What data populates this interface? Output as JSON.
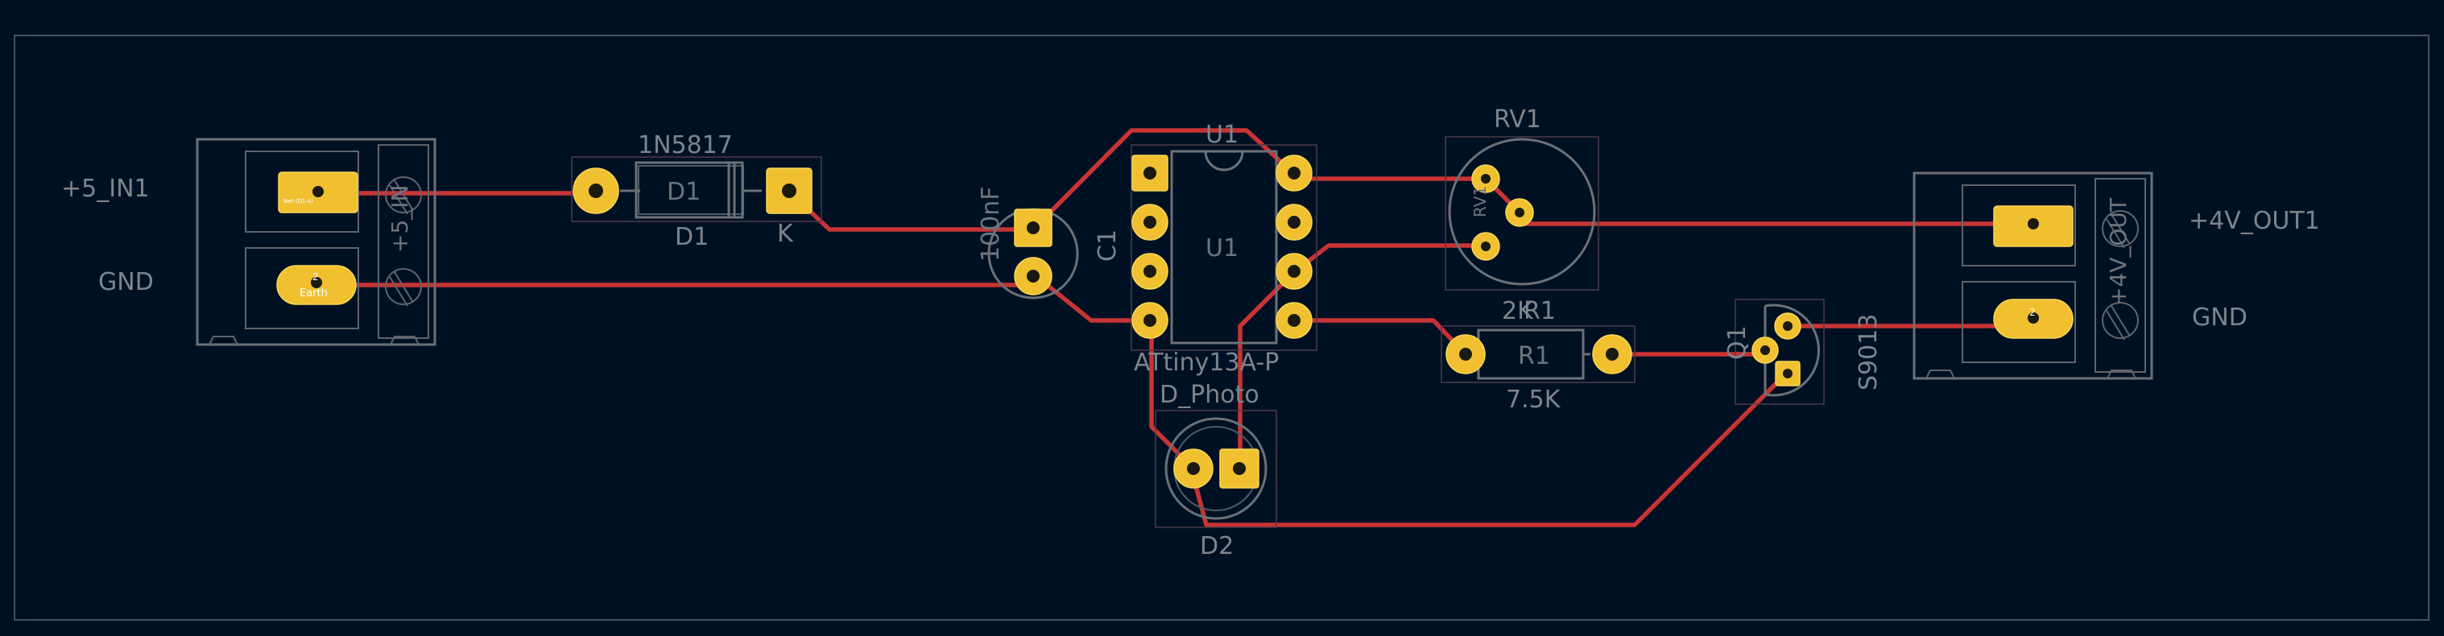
{
  "colors": {
    "background": "#001023",
    "trace": "#c83434",
    "pad": "#f0c030",
    "silkscreen": "#6c7178",
    "edge_cuts": "#3f5660"
  },
  "labels": {
    "j_in_ref": "+5_IN1",
    "j_in_gnd": "GND",
    "j_in_fab": "+5_IN",
    "j_in_pad2": "Earth",
    "d1_value": "1N5817",
    "d1_ref": "D1",
    "d1_fab": "D1",
    "d1_k": "K",
    "c1_value": "100nF",
    "c1_ref": "C1",
    "u1_ref_top": "U1",
    "u1_ref_mid": "U1",
    "u1_value": "ATtiny13A-P",
    "d2_value": "D_Photo",
    "d2_ref": "D2",
    "rv1_ref": "RV1",
    "rv1_fab": "RV1",
    "rv1_value": "2K",
    "r1_ref": "R1",
    "r1_fab": "R1",
    "r1_value": "7.5K",
    "q1_ref": "Q1",
    "q1_value": "S9013",
    "j_out_ref": "+4V_OUT1",
    "j_out_gnd": "GND",
    "j_out_fab": "+4V_OUT",
    "pad_two": "2"
  }
}
